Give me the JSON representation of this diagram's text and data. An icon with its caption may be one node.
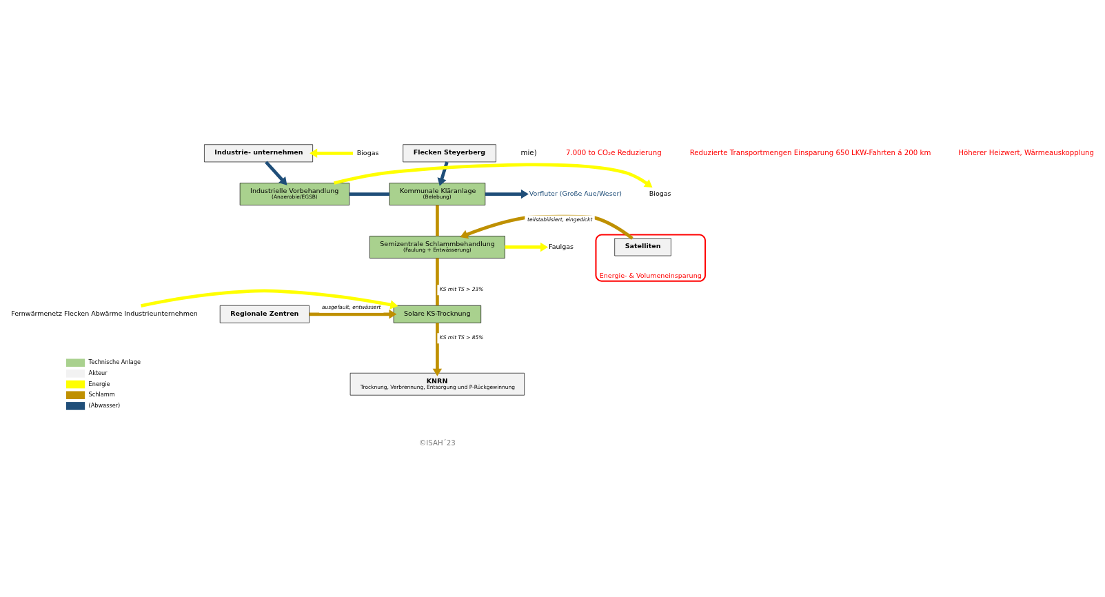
{
  "diagram": {
    "nodes": [
      {
        "text": [
          "Flecken Steyerberg"
        ]
      },
      {
        "text": [
          "Industrie- unternehmen"
        ]
      },
      {
        "text": [
          "Biogas"
        ]
      },
      {
        "text": [
          "Kommunale Kläranlage",
          "(Belebung)"
        ]
      },
      {
        "text": [
          "Industrielle Vorbehandlung",
          "(Anaerobie/EGSB)"
        ]
      },
      {
        "text": [
          "Vorfluter (Große Aue/Weser)"
        ]
      },
      {
        "text": [
          "Biogas"
        ]
      },
      {
        "text": [
          "Energie- & Volumeneinsparung"
        ]
      },
      {
        "text": [
          "Satelliten"
        ],
        "in": 7
      },
      {
        "text": [
          "Semizentrale Schlammbehandlung",
          "(Faulung + Entwässerung)"
        ]
      },
      {
        "text": [
          "Faulgas"
        ]
      },
      {
        "text": [
          "Regionale Zentren"
        ]
      },
      {
        "text": [
          "Solare KS-Trocknung"
        ]
      },
      {
        "text": [
          "Fernwärmenetz Flecken Abwärme Industrieunternehmen"
        ]
      },
      {
        "text": [
          "KNRN",
          "Trocknung, Verbrennung, Entsorgung und P-Rückgewinnung"
        ]
      }
    ],
    "edges": [
      {
        "from": 0,
        "to": 3,
        "arrow": "to",
        "color": "#1f4e79"
      },
      {
        "from": 1,
        "to": 4,
        "arrow": "to",
        "color": "#1f4e79"
      },
      {
        "from": 2,
        "to": 1,
        "arrow": "to",
        "color": "#ffff00"
      },
      {
        "from": 3,
        "to": 5,
        "arrow": "to",
        "color": "#1f4e79"
      },
      {
        "from": 4,
        "to": 3,
        "arrow": "none",
        "color": "#1f4e79"
      },
      {
        "from": 4,
        "to": 6,
        "arrow": "to",
        "color": "#ffff00"
      },
      {
        "from": 3,
        "to": 9,
        "arrow": "none"
      },
      {
        "from": 8,
        "to": 9,
        "arrow": "to",
        "label": "teilstabilisiert, eingedickt"
      },
      {
        "from": 9,
        "to": 10,
        "arrow": "to",
        "color": "#ffff00"
      },
      {
        "from": 9,
        "to": 12,
        "arrow": "none",
        "label": "KS mit TS > 23%"
      },
      {
        "from": 11,
        "to": 12,
        "arrow": "to",
        "label": "ausgefault, entwässert"
      },
      {
        "from": 13,
        "to": 12,
        "arrow": "to",
        "color": "#ffff00"
      },
      {
        "from": 12,
        "to": 14,
        "arrow": "to",
        "label": "KS mit TS > 85%"
      }
    ],
    "labels": [
      "mie)",
      "7.000 to CO₂e Reduzierung",
      "Reduzierte Transportmengen Einsparung 650 LKW-Fahrten á 200 km",
      "Höherer Heizwert, Wärmeauskopplung",
      "©ISAH´23"
    ],
    "legend": [
      {
        "text": "Technische Anlage",
        "color": "#a9d18e"
      },
      {
        "text": "Akteur",
        "color": "#f2f2f2"
      },
      {
        "text": "Energie",
        "color": "#ffff00"
      },
      {
        "text": "Schlamm",
        "color": "#bf9000"
      },
      {
        "text": "(Abwasser)",
        "color": "#1f4e79"
      }
    ]
  }
}
